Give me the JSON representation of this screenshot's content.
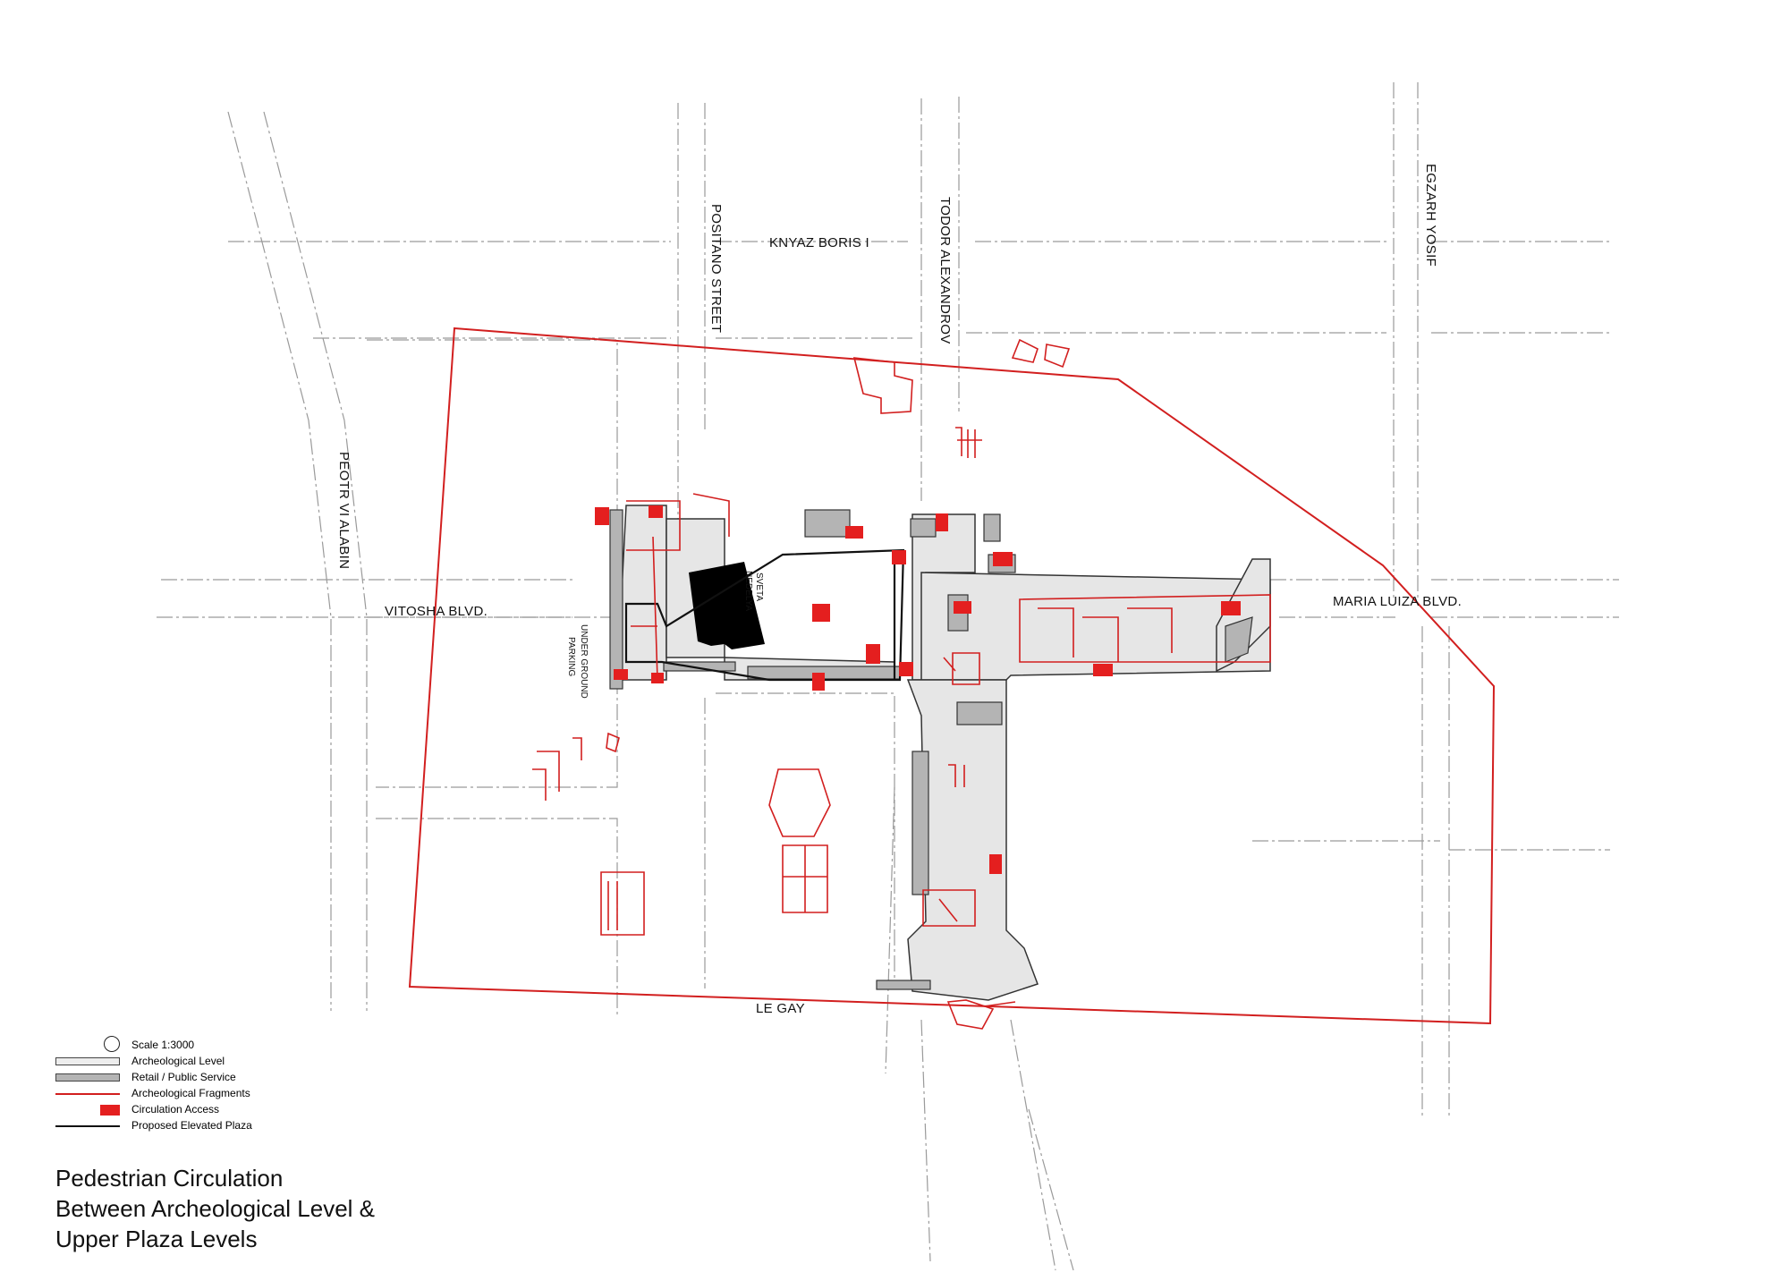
{
  "streets": {
    "knyaz_boris": "KNYAZ BORIS I",
    "positano": "POSITANO STREET",
    "todor": "TODOR ALEXANDROV",
    "egzarh": "EGZARH YOSIF",
    "peotr": "PEOTR VI ALABIN",
    "vitosha": "VITOSHA BLVD.",
    "maria_luiza": "MARIA LUIZA BLVD.",
    "le_gay": "LE GAY"
  },
  "landmarks": {
    "church_line1": "SVETA",
    "church_line2": "NEDELYA",
    "parking_line1": "UNDER GROUND",
    "parking_line2": "PARKING"
  },
  "legend": {
    "scale": "Scale 1:3000",
    "archeological_level": "Archeological Level",
    "retail": "Retail / Public Service",
    "fragments": "Archeological Fragments",
    "access": "Circulation Access",
    "plaza": "Proposed Elevated Plaza"
  },
  "title": {
    "line1": "Pedestrian Circulation",
    "line2": "Between Archeological Level &",
    "line3": "Upper Plaza Levels"
  },
  "colors": {
    "boundary": "#d21f1f",
    "access": "#e41f1f",
    "archeological_fill": "#e6e6e6",
    "retail_fill": "#b4b4b4",
    "street_lines": "#9a9a9a"
  }
}
